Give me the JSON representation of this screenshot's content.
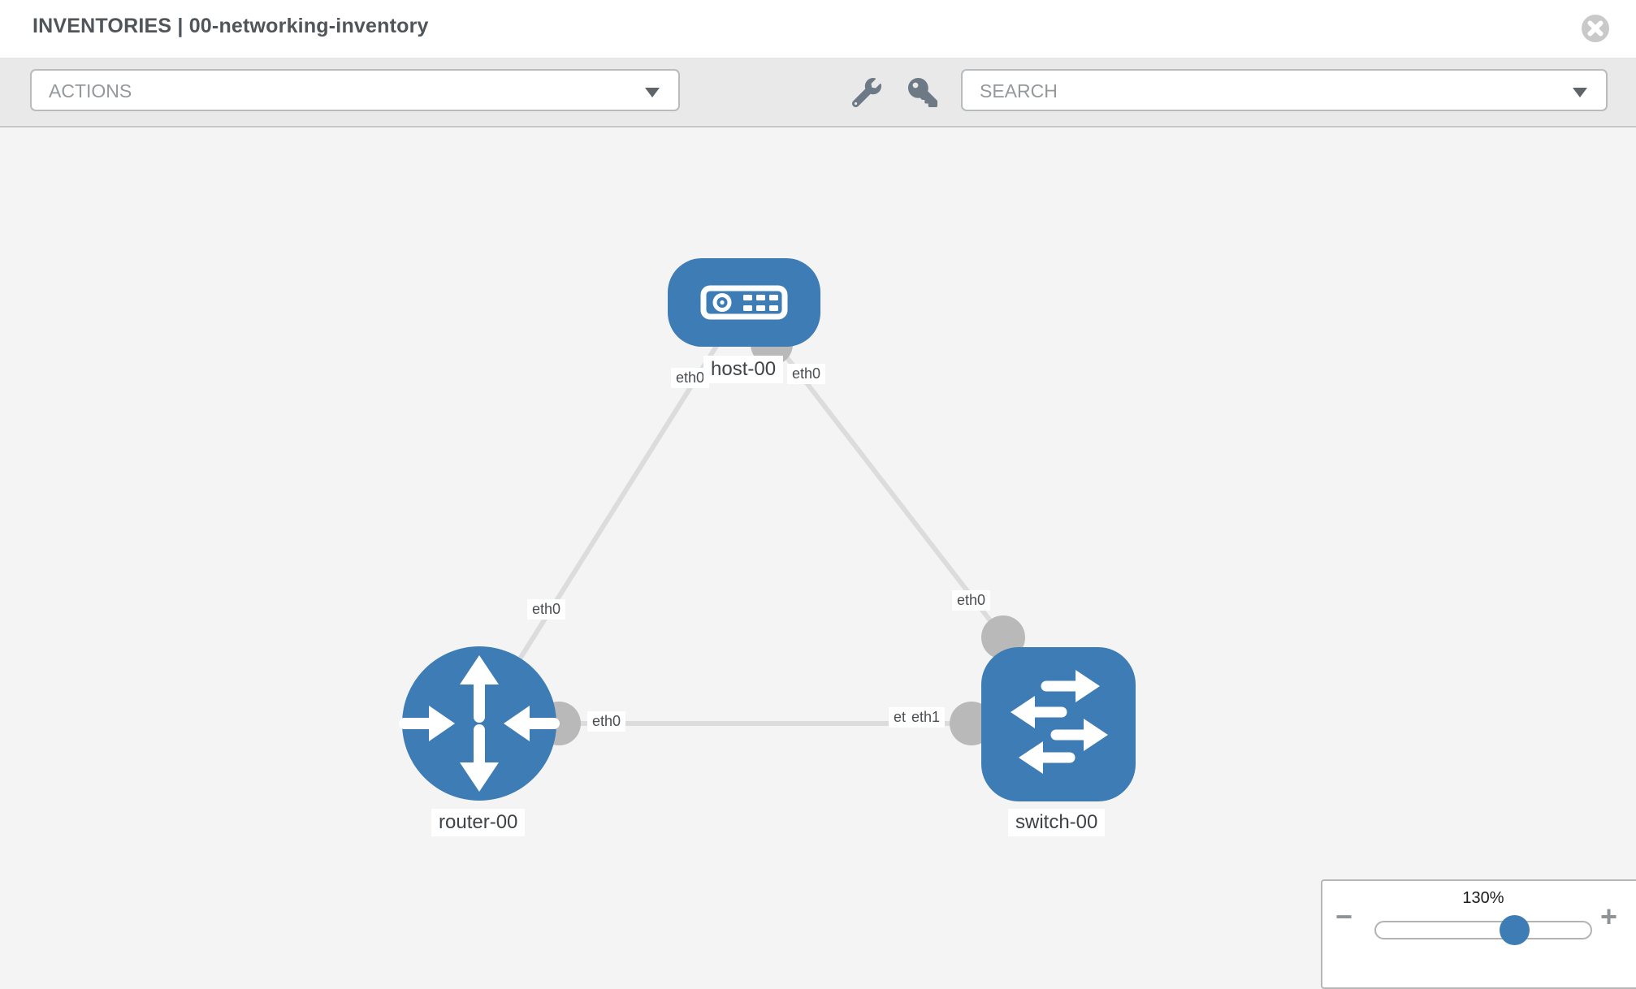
{
  "header": {
    "title": "INVENTORIES | 00-networking-inventory"
  },
  "toolbar": {
    "actions_dropdown": {
      "label": "ACTIONS"
    },
    "wrench_icon": "wrench",
    "key_icon": "key",
    "search_dropdown": {
      "label": "SEARCH"
    }
  },
  "topology": {
    "nodes": [
      {
        "id": "host-00",
        "type": "host",
        "label": "host-00"
      },
      {
        "id": "router-00",
        "type": "router",
        "label": "router-00"
      },
      {
        "id": "switch-00",
        "type": "switch",
        "label": "switch-00"
      }
    ],
    "links": [
      {
        "from": "host-00",
        "from_if": "eth0",
        "to": "router-00",
        "to_if": "eth0"
      },
      {
        "from": "host-00",
        "from_if": "eth0",
        "to": "switch-00",
        "to_if": "eth0"
      },
      {
        "from": "router-00",
        "from_if": "eth0",
        "to": "switch-00",
        "to_if": "eth1"
      }
    ],
    "overlapped_labels": {
      "under": "eth0",
      "over": "eth1"
    }
  },
  "zoom_control": {
    "level": "130%",
    "minus_label": "−",
    "plus_label": "+",
    "slider_percent": 64
  },
  "colors": {
    "node_blue": "#3d7cb5",
    "link_gray": "#dcdcdc",
    "connector_gray": "#b9b9b9",
    "canvas_bg": "#f4f4f4",
    "toolbar_bg": "#e9e9e9"
  }
}
